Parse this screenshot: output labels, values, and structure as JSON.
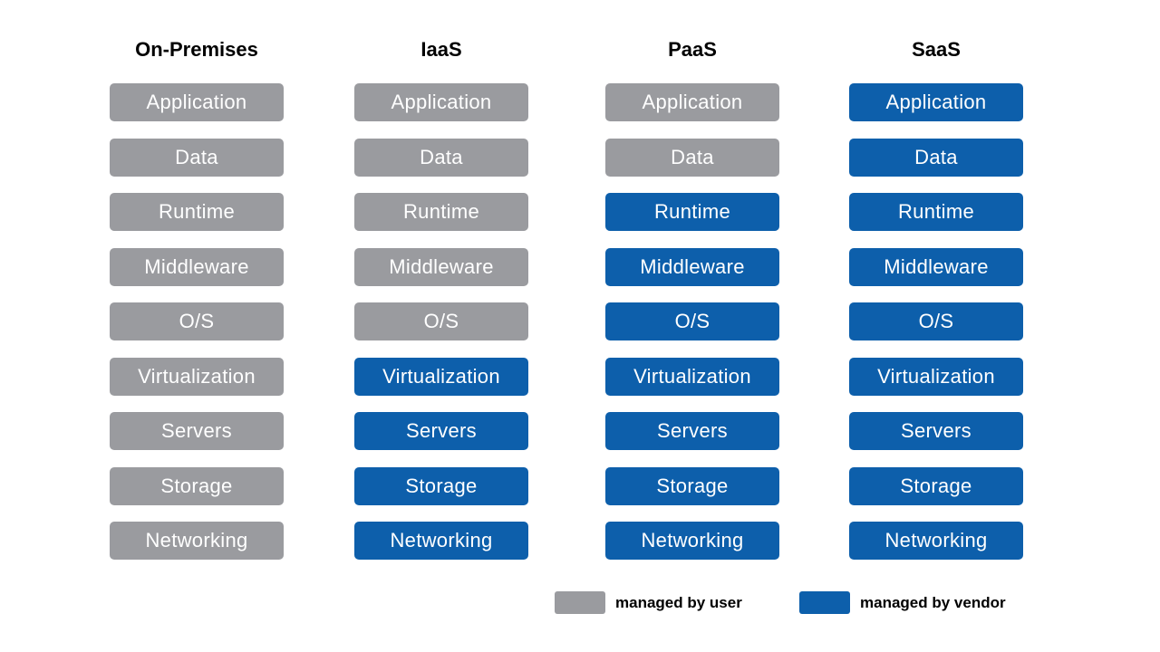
{
  "colors": {
    "user": "#9a9b9f",
    "vendor": "#0d5fab"
  },
  "columns": [
    {
      "title": "On-Premises",
      "layers": [
        {
          "label": "Application",
          "managed_by": "user"
        },
        {
          "label": "Data",
          "managed_by": "user"
        },
        {
          "label": "Runtime",
          "managed_by": "user"
        },
        {
          "label": "Middleware",
          "managed_by": "user"
        },
        {
          "label": "O/S",
          "managed_by": "user"
        },
        {
          "label": "Virtualization",
          "managed_by": "user"
        },
        {
          "label": "Servers",
          "managed_by": "user"
        },
        {
          "label": "Storage",
          "managed_by": "user"
        },
        {
          "label": "Networking",
          "managed_by": "user"
        }
      ]
    },
    {
      "title": "IaaS",
      "layers": [
        {
          "label": "Application",
          "managed_by": "user"
        },
        {
          "label": "Data",
          "managed_by": "user"
        },
        {
          "label": "Runtime",
          "managed_by": "user"
        },
        {
          "label": "Middleware",
          "managed_by": "user"
        },
        {
          "label": "O/S",
          "managed_by": "user"
        },
        {
          "label": "Virtualization",
          "managed_by": "vendor"
        },
        {
          "label": "Servers",
          "managed_by": "vendor"
        },
        {
          "label": "Storage",
          "managed_by": "vendor"
        },
        {
          "label": "Networking",
          "managed_by": "vendor"
        }
      ]
    },
    {
      "title": "PaaS",
      "layers": [
        {
          "label": "Application",
          "managed_by": "user"
        },
        {
          "label": "Data",
          "managed_by": "user"
        },
        {
          "label": "Runtime",
          "managed_by": "vendor"
        },
        {
          "label": "Middleware",
          "managed_by": "vendor"
        },
        {
          "label": "O/S",
          "managed_by": "vendor"
        },
        {
          "label": "Virtualization",
          "managed_by": "vendor"
        },
        {
          "label": "Servers",
          "managed_by": "vendor"
        },
        {
          "label": "Storage",
          "managed_by": "vendor"
        },
        {
          "label": "Networking",
          "managed_by": "vendor"
        }
      ]
    },
    {
      "title": "SaaS",
      "layers": [
        {
          "label": "Application",
          "managed_by": "vendor"
        },
        {
          "label": "Data",
          "managed_by": "vendor"
        },
        {
          "label": "Runtime",
          "managed_by": "vendor"
        },
        {
          "label": "Middleware",
          "managed_by": "vendor"
        },
        {
          "label": "O/S",
          "managed_by": "vendor"
        },
        {
          "label": "Virtualization",
          "managed_by": "vendor"
        },
        {
          "label": "Servers",
          "managed_by": "vendor"
        },
        {
          "label": "Storage",
          "managed_by": "vendor"
        },
        {
          "label": "Networking",
          "managed_by": "vendor"
        }
      ]
    }
  ],
  "legend": {
    "user_label": "managed by user",
    "vendor_label": "managed by vendor"
  }
}
